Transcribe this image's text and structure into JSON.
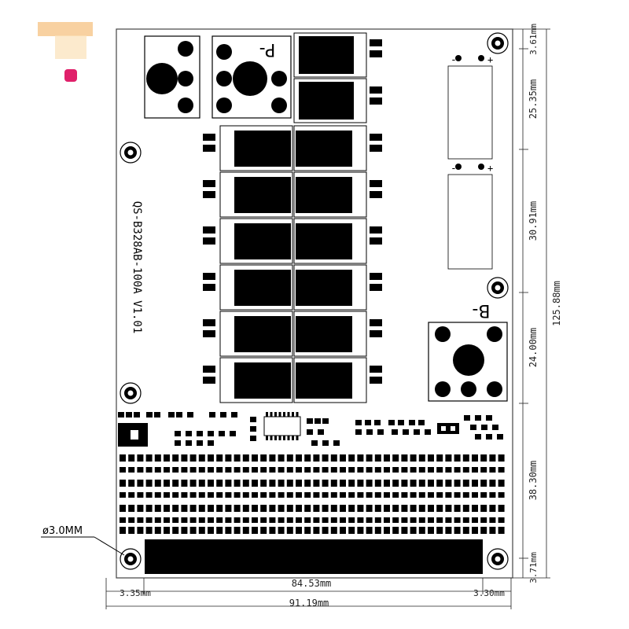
{
  "board": {
    "model_label": "QS-B328AB-100A V1.01",
    "p_minus": "P-",
    "b_minus": "B-",
    "hole_diameter": "ø3.0MM",
    "connector_minus": "-",
    "connector_plus": "+"
  },
  "dimensions": {
    "right_top_gap": "3.61mm",
    "right_seg_1": "25.35mm",
    "right_seg_2": "30.91mm",
    "right_seg_3": "24.00mm",
    "right_seg_4": "38.30mm",
    "right_bottom_gap": "3.71mm",
    "total_height": "125.88mm",
    "inner_width": "84.53mm",
    "left_margin": "3.35mm",
    "right_margin": "3.30mm",
    "total_width": "91.19mm"
  },
  "colors": {
    "board_outline": "#444444",
    "component": "#000000",
    "logo_orange": "#f4a640",
    "logo_pink": "#e0206a"
  }
}
